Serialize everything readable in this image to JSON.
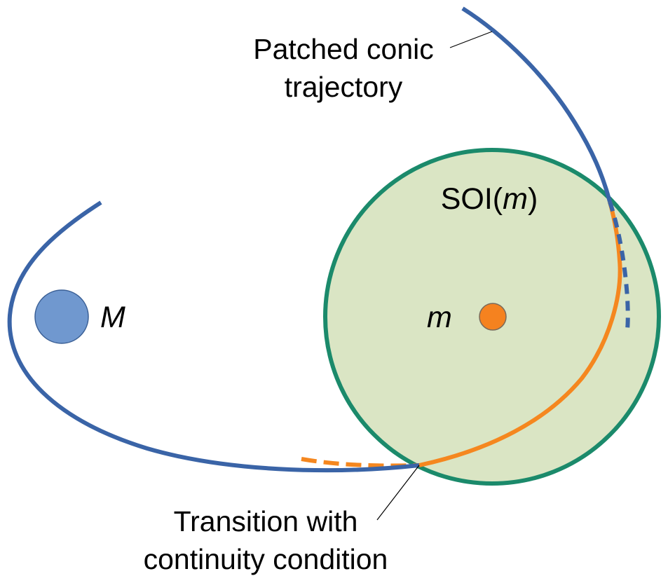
{
  "labels": {
    "trajectory_line1": "Patched conic",
    "trajectory_line2": "trajectory",
    "soi_prefix": "SOI(",
    "soi_var": "m",
    "soi_suffix": ")",
    "primary_body": "M",
    "secondary_body": "m",
    "transition_line1": "Transition with",
    "transition_line2": "continuity condition"
  },
  "colors": {
    "trajectory": "#3a64a7",
    "inner_trajectory": "#f5871f",
    "soi_fill": "#dae5c4",
    "soi_stroke": "#1b8a6b",
    "primary_body_fill": "#7098cf",
    "primary_body_stroke": "#3a5f95",
    "secondary_body_fill": "#f5821f",
    "secondary_body_stroke": "#7a6a5a",
    "leader_line": "#000000"
  }
}
